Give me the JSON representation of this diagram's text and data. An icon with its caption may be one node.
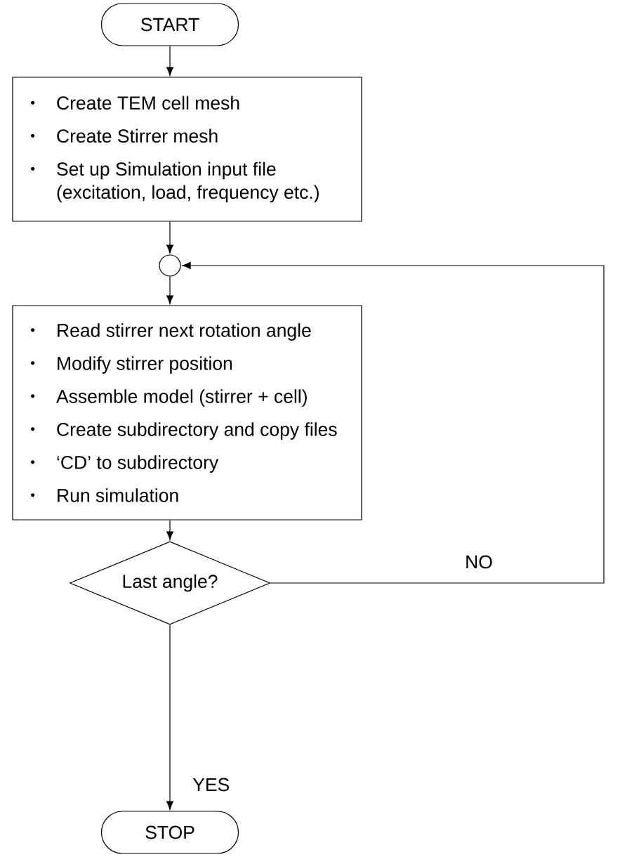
{
  "diagram": {
    "nodes": [
      {
        "text": [
          "START"
        ]
      },
      {
        "text": [
          "Create TEM cell mesh",
          "Create Stirrer mesh",
          "Set up Simulation input file (excitation, load, frequency etc.)"
        ]
      },
      {
        "text": [],
        "shape": "circle"
      },
      {
        "text": [
          "Read stirrer next rotation angle",
          "Modify stirrer position",
          "Assemble model (stirrer + cell)",
          "Create subdirectory and copy files",
          "‘CD’ to subdirectory",
          "Run simulation"
        ]
      },
      {
        "text": [
          "Last angle?"
        ]
      },
      {
        "text": [
          "STOP"
        ]
      }
    ],
    "edges": [
      {
        "from": 0,
        "to": 1,
        "arrow": "to"
      },
      {
        "from": 1,
        "to": 2,
        "arrow": "to"
      },
      {
        "from": 2,
        "to": 3,
        "arrow": "to"
      },
      {
        "from": 3,
        "to": 4,
        "arrow": "to"
      },
      {
        "from": 4,
        "to": 5,
        "arrow": "to",
        "label": "YES"
      },
      {
        "from": 4,
        "to": 2,
        "arrow": "to",
        "label": "NO"
      }
    ]
  }
}
